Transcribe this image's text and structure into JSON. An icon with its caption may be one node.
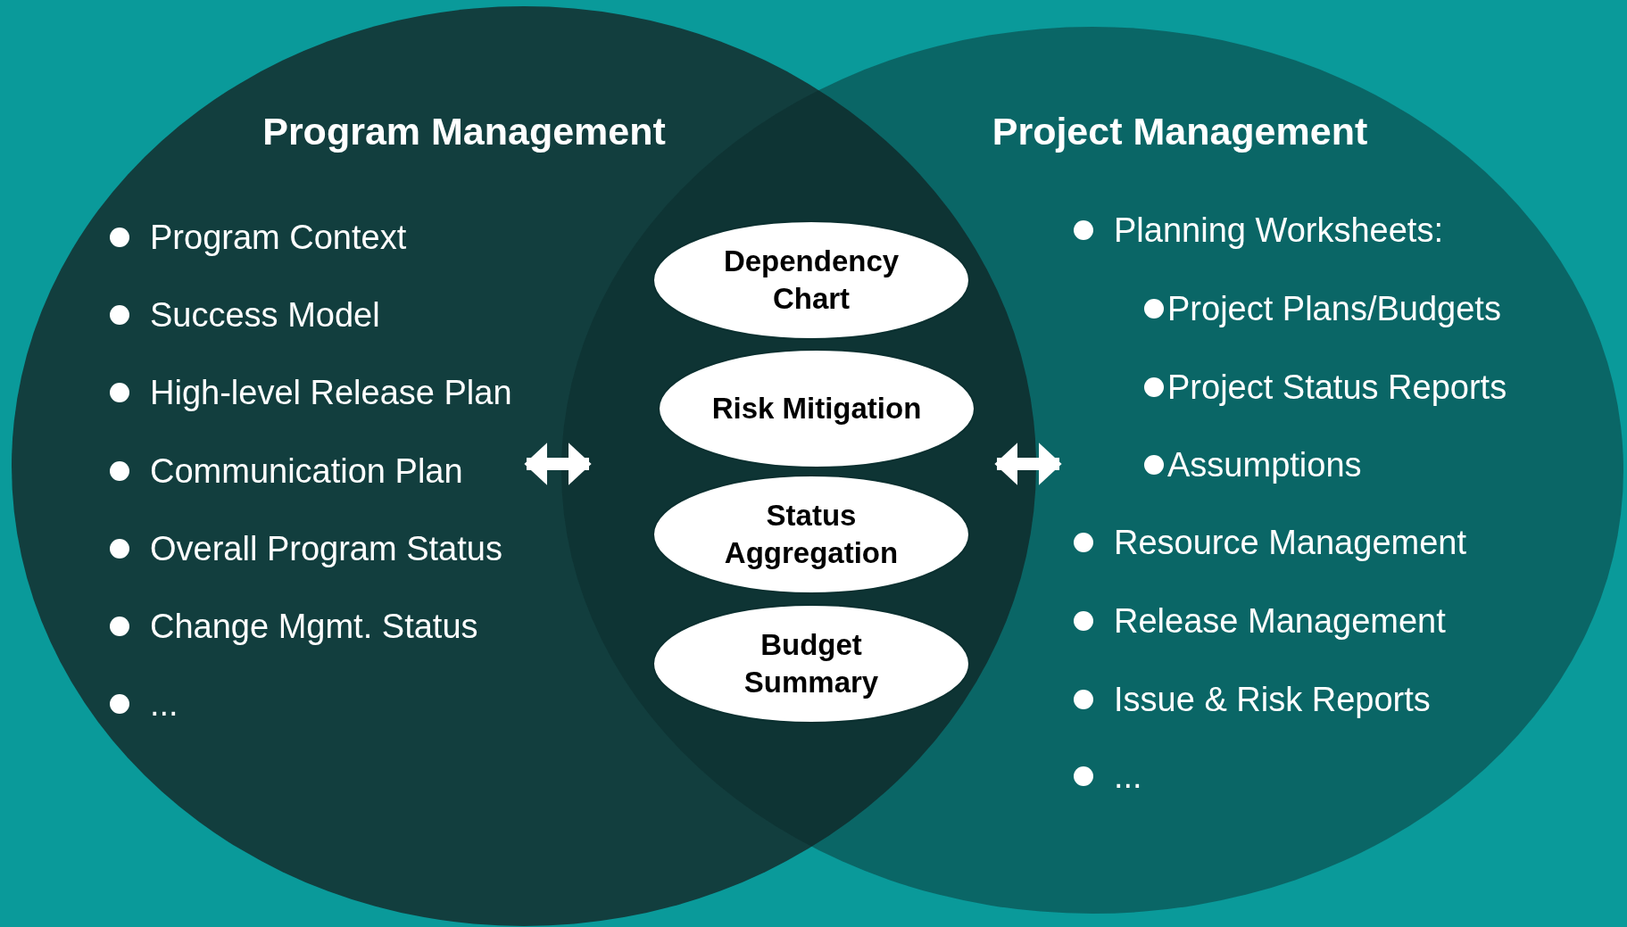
{
  "diagram": {
    "nodes": [
      {
        "text": [
          "Program Management",
          "Program Context",
          "Success Model",
          "High-level Release Plan",
          "Communication Plan",
          "Overall Program Status",
          "Change Mgmt. Status",
          "..."
        ]
      },
      {
        "text": [
          "Project Management",
          "Planning Worksheets:",
          "Project Plans/Budgets",
          "Project Status Reports",
          "Assumptions",
          "Resource Management",
          "Release Management",
          "Issue & Risk Reports",
          "..."
        ]
      },
      {
        "text": [
          "Dependency Chart"
        ]
      },
      {
        "text": [
          "Risk Mitigation"
        ]
      },
      {
        "text": [
          "Status Aggregation"
        ]
      },
      {
        "text": [
          "Budget Summary"
        ]
      }
    ],
    "edges": [
      {
        "from": 0,
        "to": 1,
        "arrow": "both"
      },
      {
        "from": 1,
        "to": 0,
        "arrow": "both"
      }
    ]
  }
}
